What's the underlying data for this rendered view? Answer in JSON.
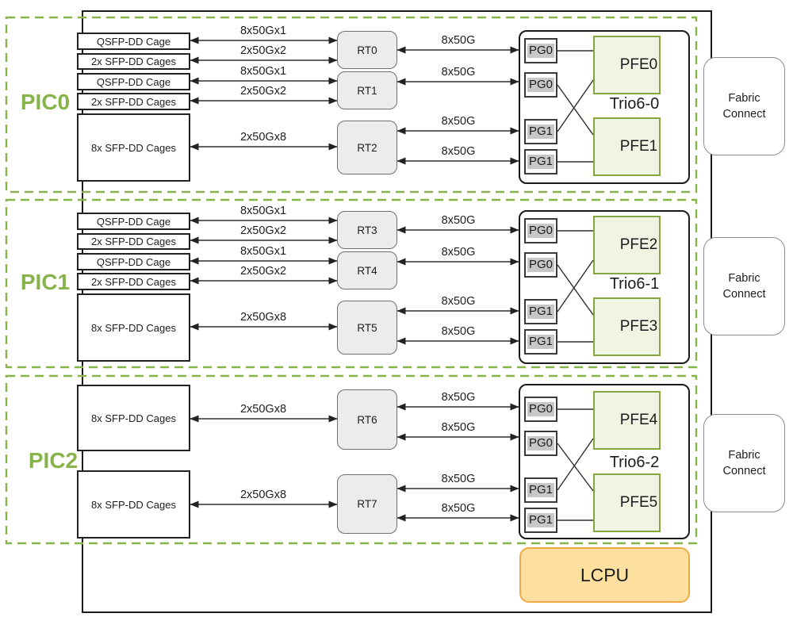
{
  "colors": {
    "pic_green": "#87b44a",
    "pfe_fill": "#f0f4e2",
    "pfe_border": "#83a73e",
    "rt_fill": "#ececec",
    "pg_highlight": "#c7c7c7",
    "lcpu_fill": "#fde0a0",
    "lcpu_border": "#f0aa45",
    "line": "#2e2e2e",
    "outline": "#1c1c1c"
  },
  "lcpu": {
    "label": "LCPU"
  },
  "pics": [
    {
      "label": "PIC0",
      "cages": [
        {
          "label": "QSFP-DD Cage"
        },
        {
          "label": "2x SFP-DD Cages"
        },
        {
          "label": "QSFP-DD Cage"
        },
        {
          "label": "2x SFP-DD Cages"
        },
        {
          "label": "8x SFP-DD Cages"
        }
      ],
      "cage_links": [
        {
          "label": "8x50Gx1"
        },
        {
          "label": "2x50Gx2"
        },
        {
          "label": "8x50Gx1"
        },
        {
          "label": "2x50Gx2"
        },
        {
          "label": "2x50Gx8"
        }
      ],
      "rts": [
        {
          "label": "RT0"
        },
        {
          "label": "RT1"
        },
        {
          "label": "RT2"
        }
      ],
      "rt_links": [
        {
          "label": "8x50G"
        },
        {
          "label": "8x50G"
        },
        {
          "label": "8x50G"
        },
        {
          "label": "8x50G"
        }
      ],
      "trio": {
        "label": "Trio6-0",
        "pgs": [
          {
            "label": "PG0"
          },
          {
            "label": "PG0"
          },
          {
            "label": "PG1"
          },
          {
            "label": "PG1"
          }
        ],
        "pfes": [
          {
            "label": "PFE0"
          },
          {
            "label": "PFE1"
          }
        ]
      },
      "fabric": {
        "label": "Fabric\nConnect"
      }
    },
    {
      "label": "PIC1",
      "cages": [
        {
          "label": "QSFP-DD Cage"
        },
        {
          "label": "2x SFP-DD Cages"
        },
        {
          "label": "QSFP-DD Cage"
        },
        {
          "label": "2x SFP-DD Cages"
        },
        {
          "label": "8x SFP-DD Cages"
        }
      ],
      "cage_links": [
        {
          "label": "8x50Gx1"
        },
        {
          "label": "2x50Gx2"
        },
        {
          "label": "8x50Gx1"
        },
        {
          "label": "2x50Gx2"
        },
        {
          "label": "2x50Gx8"
        }
      ],
      "rts": [
        {
          "label": "RT3"
        },
        {
          "label": "RT4"
        },
        {
          "label": "RT5"
        }
      ],
      "rt_links": [
        {
          "label": "8x50G"
        },
        {
          "label": "8x50G"
        },
        {
          "label": "8x50G"
        },
        {
          "label": "8x50G"
        }
      ],
      "trio": {
        "label": "Trio6-1",
        "pgs": [
          {
            "label": "PG0"
          },
          {
            "label": "PG0"
          },
          {
            "label": "PG1"
          },
          {
            "label": "PG1"
          }
        ],
        "pfes": [
          {
            "label": "PFE2"
          },
          {
            "label": "PFE3"
          }
        ]
      },
      "fabric": {
        "label": "Fabric\nConnect"
      }
    },
    {
      "label": "PIC2",
      "cages": [
        {
          "label": "8x SFP-DD Cages"
        },
        {
          "label": "8x SFP-DD Cages"
        }
      ],
      "cage_links": [
        {
          "label": "2x50Gx8"
        },
        {
          "label": "2x50Gx8"
        }
      ],
      "rts": [
        {
          "label": "RT6"
        },
        {
          "label": "RT7"
        }
      ],
      "rt_links": [
        {
          "label": "8x50G"
        },
        {
          "label": "8x50G"
        },
        {
          "label": "8x50G"
        },
        {
          "label": "8x50G"
        }
      ],
      "trio": {
        "label": "Trio6-2",
        "pgs": [
          {
            "label": "PG0"
          },
          {
            "label": "PG0"
          },
          {
            "label": "PG1"
          },
          {
            "label": "PG1"
          }
        ],
        "pfes": [
          {
            "label": "PFE4"
          },
          {
            "label": "PFE5"
          }
        ]
      },
      "fabric": {
        "label": "Fabric\nConnect"
      }
    }
  ]
}
